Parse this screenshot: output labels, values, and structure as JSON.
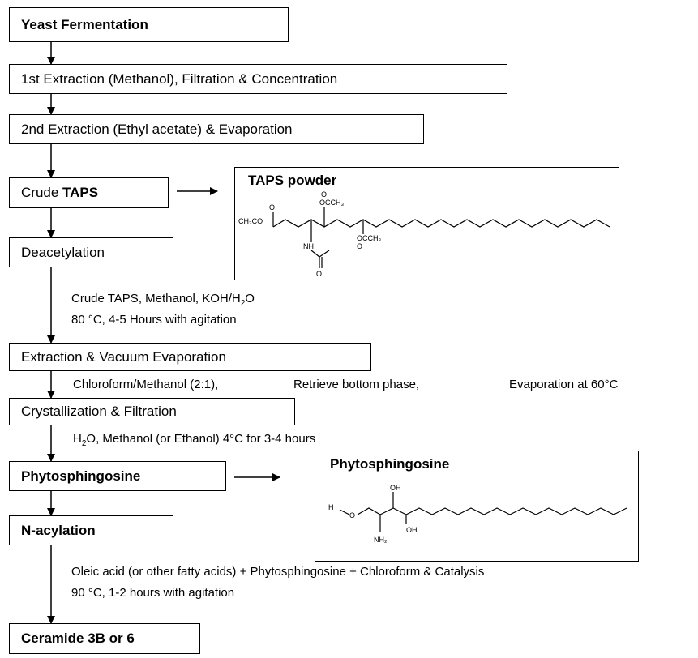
{
  "steps": {
    "yeast": "Yeast Fermentation",
    "extraction1": "1st Extraction (Methanol), Filtration & Concentration",
    "extraction2": "2nd Extraction (Ethyl acetate) & Evaporation",
    "crude_prefix": "Crude ",
    "crude_bold": "TAPS",
    "deacetylation": "Deacetylation",
    "vacuum": "Extraction & Vacuum Evaporation",
    "crystallization": "Crystallization & Filtration",
    "phyto": "Phytosphingosine",
    "nacyl": "N-acylation",
    "ceramide": "Ceramide 3B or 6"
  },
  "notes": {
    "deacet_line1_a": "Crude TAPS, Methanol, KOH/H",
    "deacet_line1_sub": "2",
    "deacet_line1_b": "O",
    "deacet_line2": "80 °C, 4-5 Hours with agitation",
    "vacuum_a": "Chloroform/Methanol (2:1),",
    "vacuum_b": "Retrieve bottom phase,",
    "vacuum_c": "Evaporation at 60°C",
    "cryst_a": "H",
    "cryst_sub": "2",
    "cryst_b": "O, Methanol (or Ethanol) 4°C for 3-4 hours",
    "nacyl_line1": "Oleic acid (or other fatty acids) + Phytosphingosine + Chloroform & Catalysis",
    "nacyl_line2": "90 °C, 1-2 hours with agitation"
  },
  "structures": {
    "taps": {
      "title": "TAPS powder",
      "labels": {
        "ch3co_left": "CH₃CO",
        "o_left": "O",
        "o_top": "O",
        "occh3_top": "OCCH₃",
        "occh3_mid": "OCCH₃",
        "o_mid": "O",
        "nh": "NH",
        "o_bottom": "O"
      }
    },
    "phyto": {
      "title": "Phytosphingosine",
      "labels": {
        "h": "H",
        "o": "O",
        "oh_top": "OH",
        "oh_mid": "OH",
        "nh2": "NH₂"
      }
    }
  }
}
